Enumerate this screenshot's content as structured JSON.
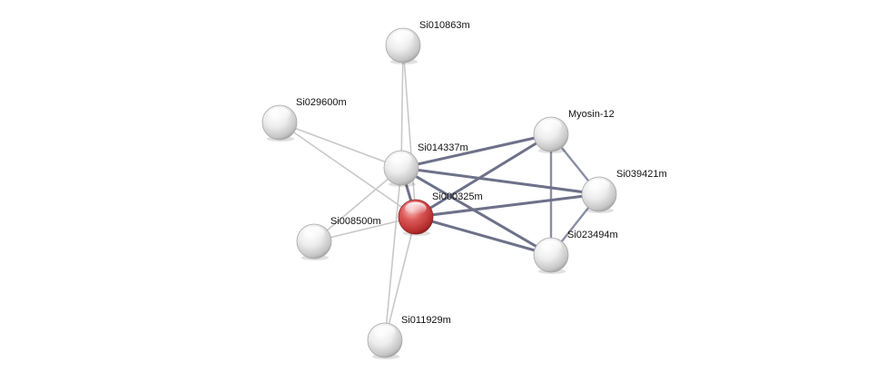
{
  "network": {
    "query_node": "Si000325m",
    "nodes": [
      {
        "id": "Si010863m",
        "label": "Si010863m",
        "role": "neighbor"
      },
      {
        "id": "Si029600m",
        "label": "Si029600m",
        "role": "neighbor"
      },
      {
        "id": "Myosin-12",
        "label": "Myosin-12",
        "role": "neighbor"
      },
      {
        "id": "Si014337m",
        "label": "Si014337m",
        "role": "neighbor"
      },
      {
        "id": "Si039421m",
        "label": "Si039421m",
        "role": "neighbor"
      },
      {
        "id": "Si000325m",
        "label": "Si000325m",
        "role": "query"
      },
      {
        "id": "Si008500m",
        "label": "Si008500m",
        "role": "neighbor"
      },
      {
        "id": "Si023494m",
        "label": "Si023494m",
        "role": "neighbor"
      },
      {
        "id": "Si011929m",
        "label": "Si011929m",
        "role": "neighbor"
      }
    ],
    "edges": [
      {
        "source": "Si014337m",
        "target": "Si010863m",
        "strength": "weak"
      },
      {
        "source": "Si000325m",
        "target": "Si010863m",
        "strength": "weak"
      },
      {
        "source": "Si029600m",
        "target": "Si014337m",
        "strength": "weak"
      },
      {
        "source": "Si029600m",
        "target": "Si000325m",
        "strength": "weak"
      },
      {
        "source": "Si008500m",
        "target": "Si014337m",
        "strength": "weak"
      },
      {
        "source": "Si008500m",
        "target": "Si000325m",
        "strength": "weak"
      },
      {
        "source": "Si011929m",
        "target": "Si014337m",
        "strength": "weak"
      },
      {
        "source": "Si011929m",
        "target": "Si000325m",
        "strength": "weak"
      },
      {
        "source": "Si014337m",
        "target": "Myosin-12",
        "strength": "strong"
      },
      {
        "source": "Si014337m",
        "target": "Si039421m",
        "strength": "strong"
      },
      {
        "source": "Si014337m",
        "target": "Si023494m",
        "strength": "strong"
      },
      {
        "source": "Si014337m",
        "target": "Si000325m",
        "strength": "strong"
      },
      {
        "source": "Si000325m",
        "target": "Myosin-12",
        "strength": "strong"
      },
      {
        "source": "Si000325m",
        "target": "Si039421m",
        "strength": "strong"
      },
      {
        "source": "Si000325m",
        "target": "Si023494m",
        "strength": "strong"
      },
      {
        "source": "Myosin-12",
        "target": "Si039421m",
        "strength": "medium"
      },
      {
        "source": "Myosin-12",
        "target": "Si023494m",
        "strength": "medium"
      },
      {
        "source": "Si039421m",
        "target": "Si023494m",
        "strength": "medium"
      }
    ],
    "colors": {
      "edge_weak": "#c8c8cc",
      "edge_medium": "#8a8ea4",
      "edge_strong": "#6d7189",
      "node_neighbor": "#e6e6e6",
      "node_query": "#d24b4b"
    }
  }
}
